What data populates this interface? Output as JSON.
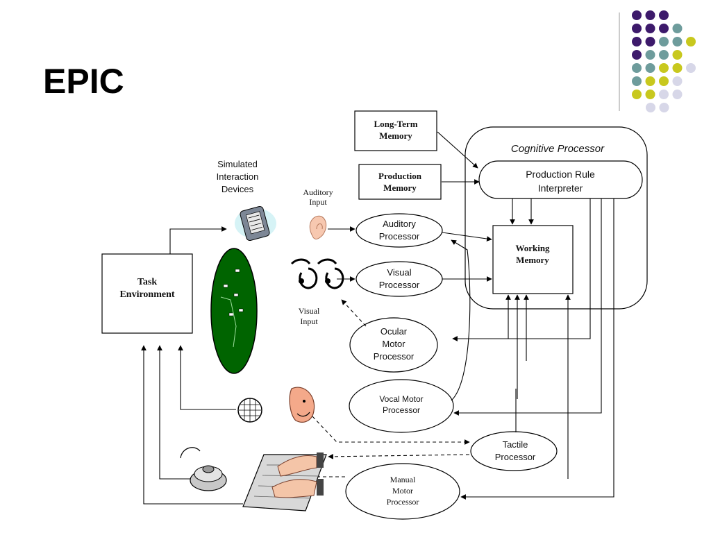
{
  "slide": {
    "title": "EPIC"
  },
  "decor": {
    "dot_colors": {
      "purple": "#3d1a6b",
      "teal": "#6e9c9c",
      "olive": "#c8c81e",
      "lavender": "#d7d7e8"
    }
  },
  "diagram": {
    "cognitive_processor": {
      "title": "Cognitive Processor",
      "production_rule_interpreter": [
        "Production Rule",
        "Interpreter"
      ],
      "working_memory": [
        "Working",
        "Memory"
      ]
    },
    "long_term_memory": [
      "Long-Term",
      "Memory"
    ],
    "production_memory": [
      "Production",
      "Memory"
    ],
    "simulated_devices": [
      "Simulated",
      "Interaction",
      "Devices"
    ],
    "task_environment": [
      "Task",
      "Environment"
    ],
    "auditory_input": [
      "Auditory",
      "Input"
    ],
    "visual_input": [
      "Visual",
      "Input"
    ],
    "auditory_processor": [
      "Auditory",
      "Processor"
    ],
    "visual_processor": [
      "Visual",
      "Processor"
    ],
    "ocular_motor_processor": [
      "Ocular",
      "Motor",
      "Processor"
    ],
    "vocal_motor_processor": [
      "Vocal Motor",
      "Processor"
    ],
    "tactile_processor": [
      "Tactile",
      "Processor"
    ],
    "manual_motor_processor": [
      "Manual",
      "Motor",
      "Processor"
    ]
  }
}
